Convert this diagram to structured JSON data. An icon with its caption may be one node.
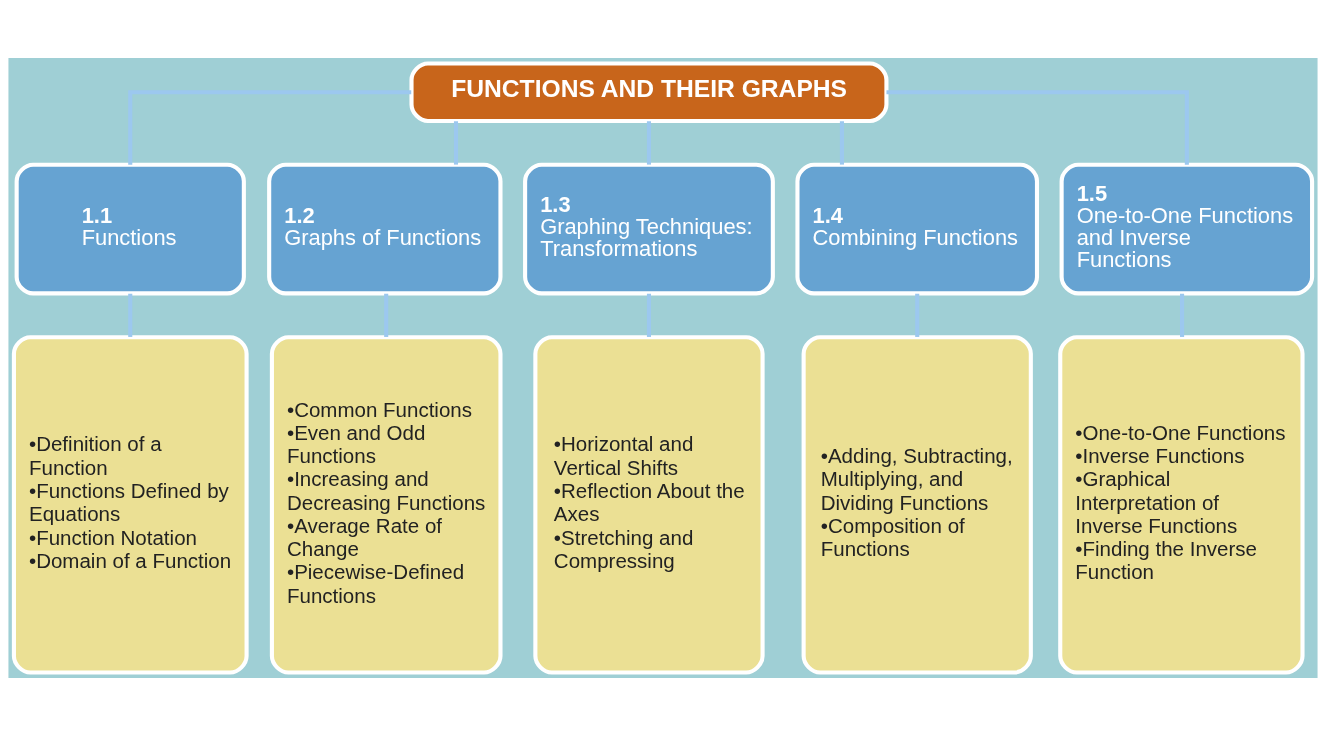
{
  "diagram": {
    "nodes": [
      {
        "text": [
          "FUNCTIONS AND THEIR GRAPHS"
        ]
      },
      {
        "text": [
          "1.1",
          "Functions"
        ]
      },
      {
        "text": [
          "1.2",
          "Graphs of Functions"
        ]
      },
      {
        "text": [
          "1.3",
          "Graphing Techniques: Transformations"
        ]
      },
      {
        "text": [
          "1.4",
          "Combining Functions"
        ]
      },
      {
        "text": [
          "1.5",
          "One-to-One Functions and Inverse Functions"
        ]
      },
      {
        "text": [
          "•Definition of a Function",
          "•Functions Defined by Equations",
          "•Function Notation",
          "•Domain of a Function"
        ]
      },
      {
        "text": [
          "•Common Functions",
          "•Even and Odd Functions",
          "•Increasing and Decreasing Functions",
          "•Average Rate of Change",
          "•Piecewise-Defined Functions"
        ]
      },
      {
        "text": [
          "•Horizontal and Vertical Shifts",
          "•Reflection About the Axes",
          "•Stretching and Compressing"
        ]
      },
      {
        "text": [
          "•Adding, Subtracting, Multiplying, and Dividing Functions",
          "•Composition of Functions"
        ]
      },
      {
        "text": [
          "•One-to-One Functions",
          "•Inverse Functions",
          "•Graphical Interpretation of Inverse Functions",
          "•Finding the Inverse Function"
        ]
      }
    ],
    "edges": [
      {
        "from": 0,
        "to": 1,
        "arrow": "none"
      },
      {
        "from": 0,
        "to": 2,
        "arrow": "none"
      },
      {
        "from": 0,
        "to": 3,
        "arrow": "none"
      },
      {
        "from": 0,
        "to": 4,
        "arrow": "none"
      },
      {
        "from": 0,
        "to": 5,
        "arrow": "none"
      },
      {
        "from": 1,
        "to": 6,
        "arrow": "none"
      },
      {
        "from": 2,
        "to": 7,
        "arrow": "none"
      },
      {
        "from": 3,
        "to": 8,
        "arrow": "none"
      },
      {
        "from": 4,
        "to": 9,
        "arrow": "none"
      },
      {
        "from": 5,
        "to": 10,
        "arrow": "none"
      }
    ]
  }
}
